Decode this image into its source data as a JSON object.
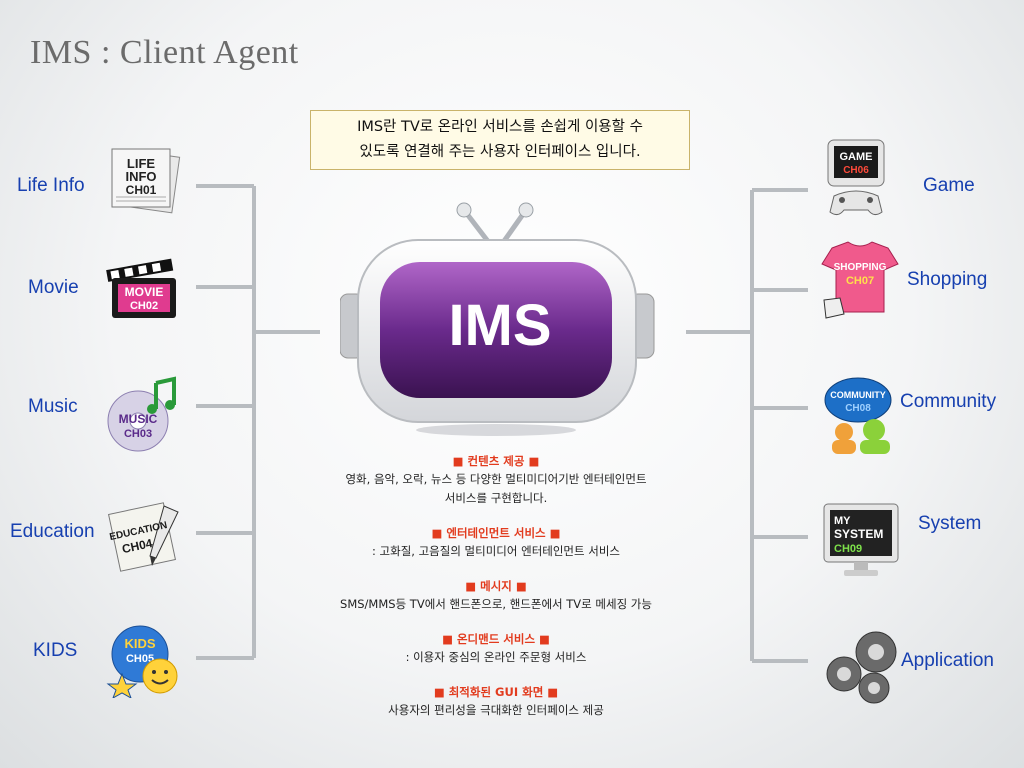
{
  "title": "IMS : Client Agent",
  "intro": {
    "line1": "IMS란 TV로 온라인 서비스를 손쉽게 이용할 수",
    "line2": "있도록 연결해 주는 사용자 인터페이스 입니다."
  },
  "center": {
    "logo": "IMS"
  },
  "left_channels": [
    {
      "label": "Life Info",
      "icon_text": [
        "LIFE",
        "INFO"
      ],
      "channel": "CH01"
    },
    {
      "label": "Movie",
      "icon_text": [
        "MOVIE"
      ],
      "channel": "CH02"
    },
    {
      "label": "Music",
      "icon_text": [
        "MUSIC"
      ],
      "channel": "CH03"
    },
    {
      "label": "Education",
      "icon_text": [
        "EDUCATION"
      ],
      "channel": "CH04"
    },
    {
      "label": "KIDS",
      "icon_text": [
        "KIDS"
      ],
      "channel": "CH05"
    }
  ],
  "right_channels": [
    {
      "label": "Game",
      "icon_text": [
        "GAME"
      ],
      "channel": "CH06"
    },
    {
      "label": "Shopping",
      "icon_text": [
        "SHOPPING"
      ],
      "channel": "CH07"
    },
    {
      "label": "Community",
      "icon_text": [
        "COMMUNITY"
      ],
      "channel": "CH08"
    },
    {
      "label": "System",
      "icon_text": [
        "MY",
        "SYSTEM"
      ],
      "channel": "CH09"
    },
    {
      "label": "Application",
      "icon_text": [],
      "channel": ""
    }
  ],
  "features": [
    {
      "title": "■ 컨텐츠 제공 ■",
      "lines": [
        "영화, 음악, 오락, 뉴스 등 다양한 멀티미디어기반 엔터테인먼트",
        "서비스를 구현합니다."
      ]
    },
    {
      "title": "■ 엔터테인먼트 서비스 ■",
      "lines": [
        ": 고화질, 고음질의 멀티미디어 엔터테인먼트 서비스"
      ]
    },
    {
      "title": "■ 메시지 ■",
      "lines": [
        "SMS/MMS등 TV에서 핸드폰으로, 핸드폰에서 TV로 메세징 가능"
      ]
    },
    {
      "title": "■ 온디맨드 서비스 ■",
      "lines": [
        ": 이용자 중심의 온라인 주문형 서비스"
      ]
    },
    {
      "title": "■ 최적화된 GUI 화면 ■",
      "lines": [
        "사용자의 편리성을 극대화한 인터페이스 제공"
      ]
    }
  ],
  "colors": {
    "label": "#1740b0",
    "feature_title": "#e23b1e",
    "tv_screen": "#6a2a8c",
    "connector": "#b8bcc0"
  }
}
